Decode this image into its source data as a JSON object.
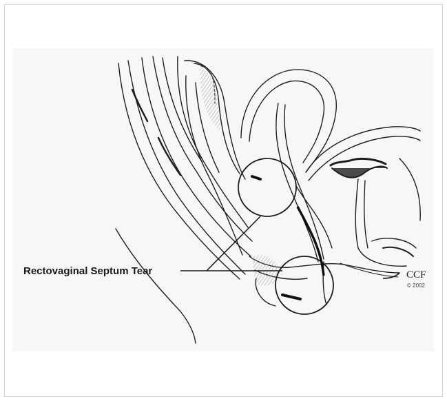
{
  "figure": {
    "label": "Rectovaginal Septum Tear",
    "credit": "CCF",
    "copyright": "© 2002"
  },
  "colors": {
    "background": "#ffffff",
    "frame_border": "#d6d6d6",
    "line_art": "#1e1e1e",
    "shading": "#bdbdbd"
  }
}
